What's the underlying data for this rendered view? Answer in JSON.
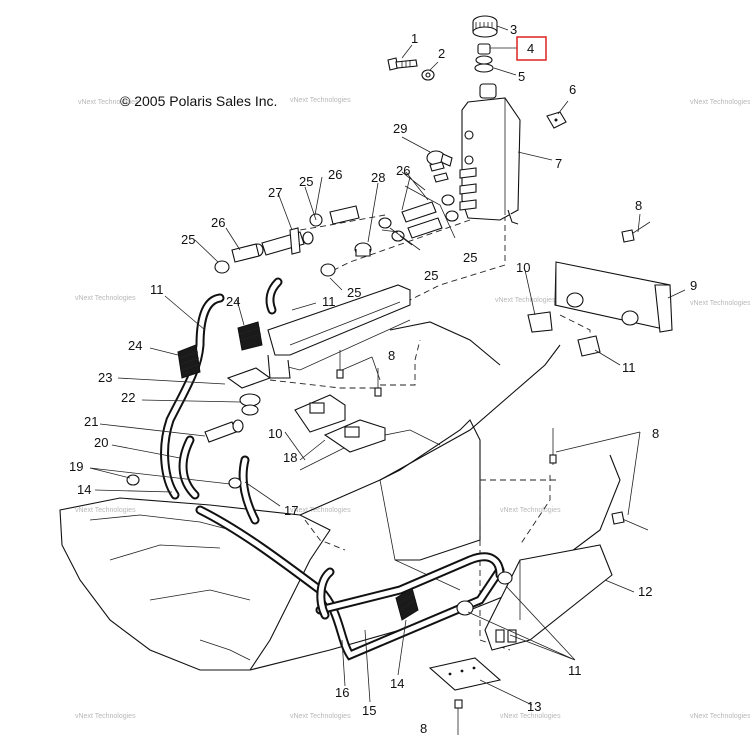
{
  "copyright": "© 2005 Polaris Sales Inc.",
  "watermark": "vNext Technologies",
  "highlight_color": "#dd2222",
  "highlighted_callout": "4",
  "callouts": {
    "c1": "1",
    "c2": "2",
    "c3": "3",
    "c4": "4",
    "c5": "5",
    "c6": "6",
    "c7": "7",
    "c8a": "8",
    "c8b": "8",
    "c8c": "8",
    "c8d": "8",
    "c9": "9",
    "c10a": "10",
    "c10b": "10",
    "c11a": "11",
    "c11b": "11",
    "c11c": "11",
    "c11d": "11",
    "c12": "12",
    "c13": "13",
    "c14a": "14",
    "c14b": "14",
    "c15": "15",
    "c16": "16",
    "c17": "17",
    "c18": "18",
    "c19": "19",
    "c20": "20",
    "c21": "21",
    "c22": "22",
    "c23": "23",
    "c24a": "24",
    "c24b": "24",
    "c25a": "25",
    "c25b": "25",
    "c25c": "25",
    "c25d": "25",
    "c25e": "25",
    "c26a": "26",
    "c26b": "26",
    "c26c": "26",
    "c27": "27",
    "c28": "28",
    "c29": "29"
  }
}
